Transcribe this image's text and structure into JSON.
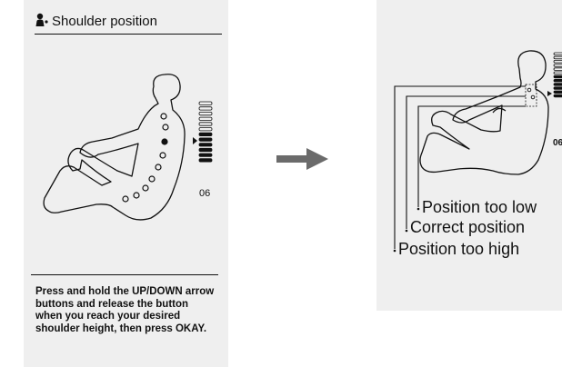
{
  "left_screen": {
    "title": "Shoulder position",
    "title_icon": "person-icon",
    "level_value": "06",
    "instruction": "Press and hold the UP/DOWN arrow buttons and release the button when you reach your desired shoulder height, then press OKAY.",
    "shoulder_level": {
      "current": 6,
      "max": 12
    }
  },
  "transition_icon": "right-arrow-icon",
  "right_screen": {
    "level_value_partial": "06",
    "labels": {
      "too_low": "Position too low",
      "correct": "Correct position",
      "too_high": "Position too high"
    }
  },
  "colors": {
    "panel_bg": "#efefef",
    "ink": "#111111",
    "arrow": "#6b6b6b"
  }
}
